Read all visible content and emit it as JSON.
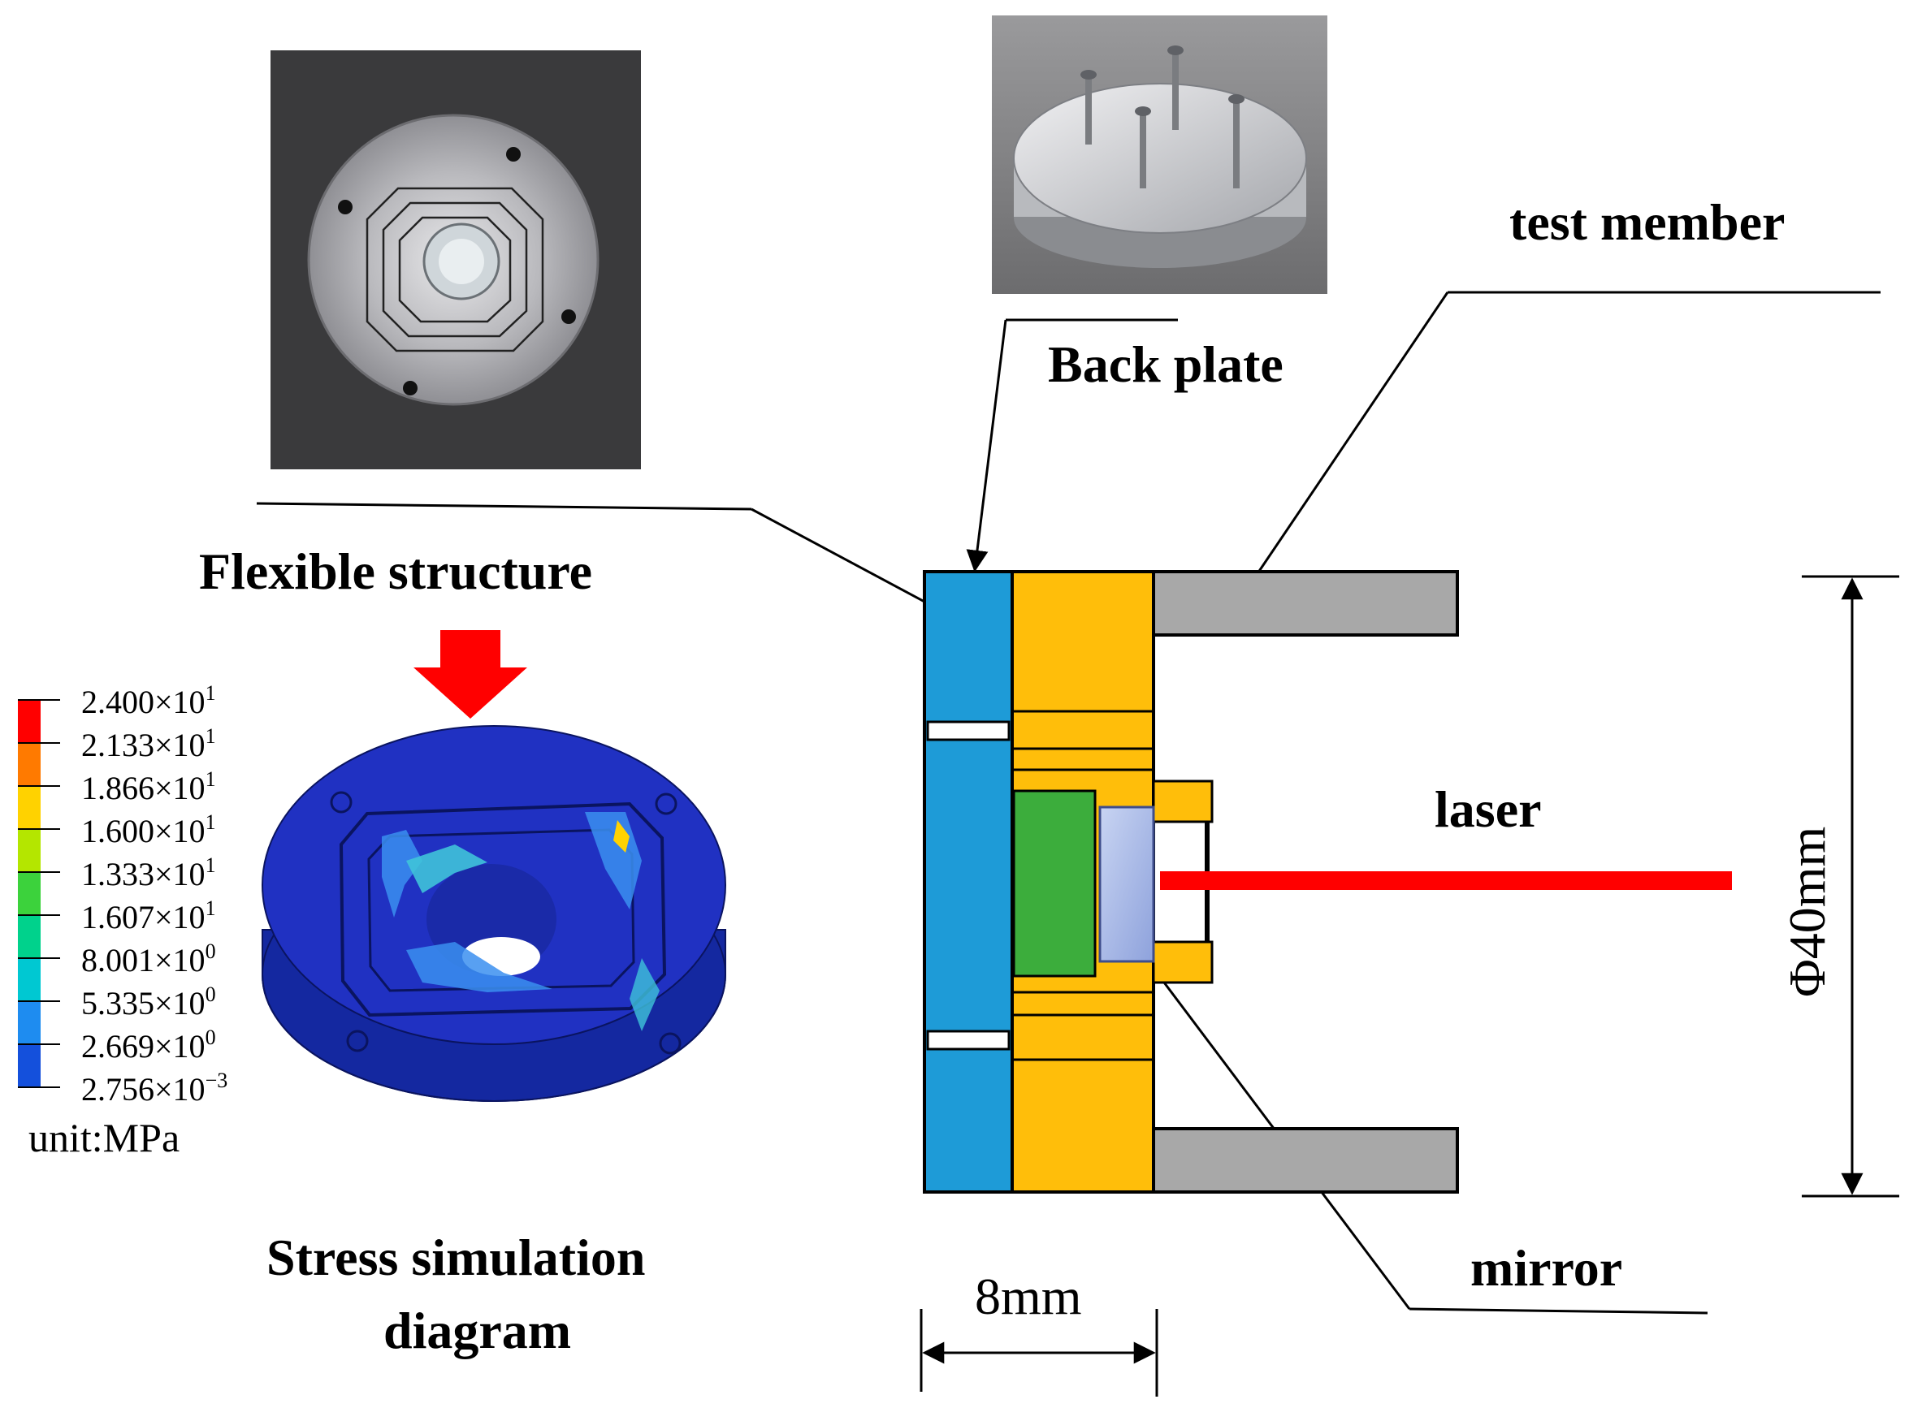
{
  "labels": {
    "test_member": "test member",
    "back_plate": "Back plate",
    "flexible_structure": "Flexible structure",
    "laser": "laser",
    "diameter": "Φ40mm",
    "mirror": "mirror",
    "width": "8mm",
    "stress_line1": "Stress simulation",
    "stress_line2": "diagram"
  },
  "legend": {
    "unit": "unit:MPa",
    "entries": [
      {
        "mantissa": "2.400×10",
        "exp": "1",
        "color": "#ff0000"
      },
      {
        "mantissa": "2.133×10",
        "exp": "1",
        "color": "#ff7a00"
      },
      {
        "mantissa": "1.866×10",
        "exp": "1",
        "color": "#ffd200"
      },
      {
        "mantissa": "1.600×10",
        "exp": "1",
        "color": "#b4e600"
      },
      {
        "mantissa": "1.333×10",
        "exp": "1",
        "color": "#3cd23c"
      },
      {
        "mantissa": "1.607×10",
        "exp": "1",
        "color": "#00d28c"
      },
      {
        "mantissa": "8.001×10",
        "exp": "0",
        "color": "#00c8d2"
      },
      {
        "mantissa": "5.335×10",
        "exp": "0",
        "color": "#1e8cf0"
      },
      {
        "mantissa": "2.669×10",
        "exp": "0",
        "color": "#1450dc"
      },
      {
        "mantissa": "2.756×10",
        "exp": "−3",
        "color": "#0a14a0"
      }
    ]
  },
  "colors": {
    "back_plate": "#1e9bd7",
    "flexible": "#ffbe0a",
    "test_member": "#a8a8a8",
    "mirror_holder": "#3cad3c",
    "mirror": "#a0b4e6",
    "laser": "#ff0000",
    "arrow": "#ff0000",
    "disc": "#1e28b4"
  }
}
